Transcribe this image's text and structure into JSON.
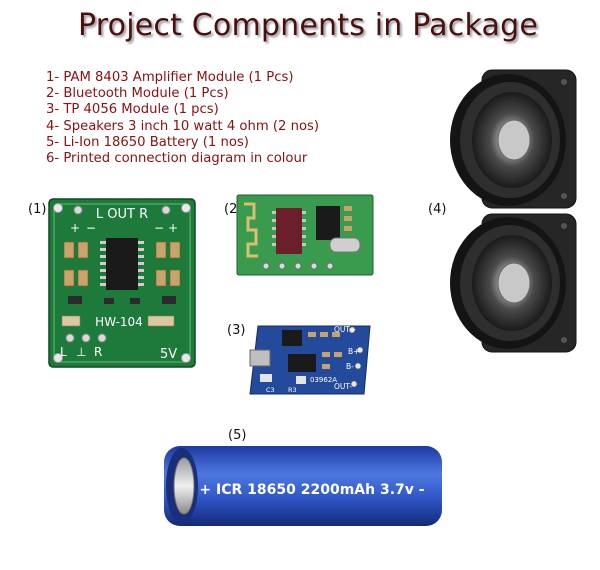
{
  "title": "Project Compnents in Package",
  "items": [
    "1- PAM 8403 Amplifier Module (1 Pcs)",
    "2- Bluetooth Module (1 Pcs)",
    "3- TP 4056 Module (1 pcs)",
    "4- Speakers 3 inch 10 watt 4 ohm (2 nos)",
    "5- Li-Ion 18650 Battery (1 nos)",
    "6- Printed connection diagram in colour"
  ],
  "labels": {
    "n1": "(1)",
    "n2": "(2)",
    "n3": "(3)",
    "n4": "(4)",
    "n5": "(5)"
  },
  "pam": {
    "top_label": "L OUT R",
    "chip_label": "HW-104",
    "plus_left": "+",
    "minus_left": "−",
    "minus_right": "−",
    "plus_right": "+",
    "in_l": "L",
    "in_gnd": "⊥",
    "in_r": "R",
    "power": "5V"
  },
  "tp4056": {
    "out_label": "OUT+",
    "b_plus": "B+",
    "b_minus": "B-",
    "out_minus": "OUT-",
    "ref": "03962A",
    "c3": "C3",
    "r3": "R3"
  },
  "battery": {
    "label": "+ ICR 18650 2200mAh 3.7v -"
  },
  "colors": {
    "title": "#4a1010",
    "list": "#8b1010",
    "pcb_green": "#1f7a3a",
    "battery_blue": "#2f57c8"
  }
}
